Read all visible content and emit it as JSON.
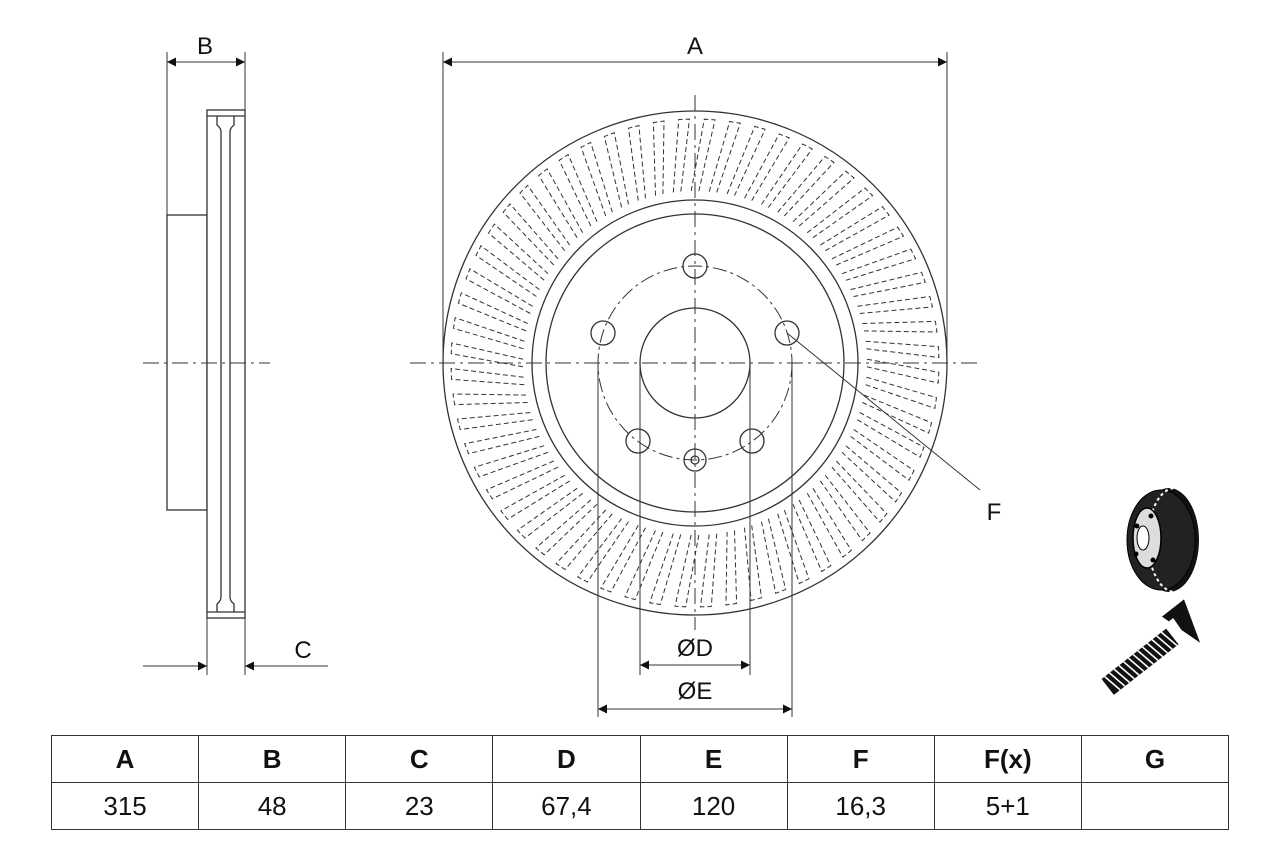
{
  "dimension_labels": {
    "a": "A",
    "b": "B",
    "c": "C",
    "d": "ØD",
    "e": "ØE",
    "f": "F"
  },
  "table": {
    "headers": [
      "A",
      "B",
      "C",
      "D",
      "E",
      "F",
      "F(x)",
      "G"
    ],
    "values": [
      "315",
      "48",
      "23",
      "67,4",
      "120",
      "16,3",
      "5+1",
      ""
    ]
  },
  "icons": [
    "brake-disc-icon",
    "screw-icon"
  ]
}
